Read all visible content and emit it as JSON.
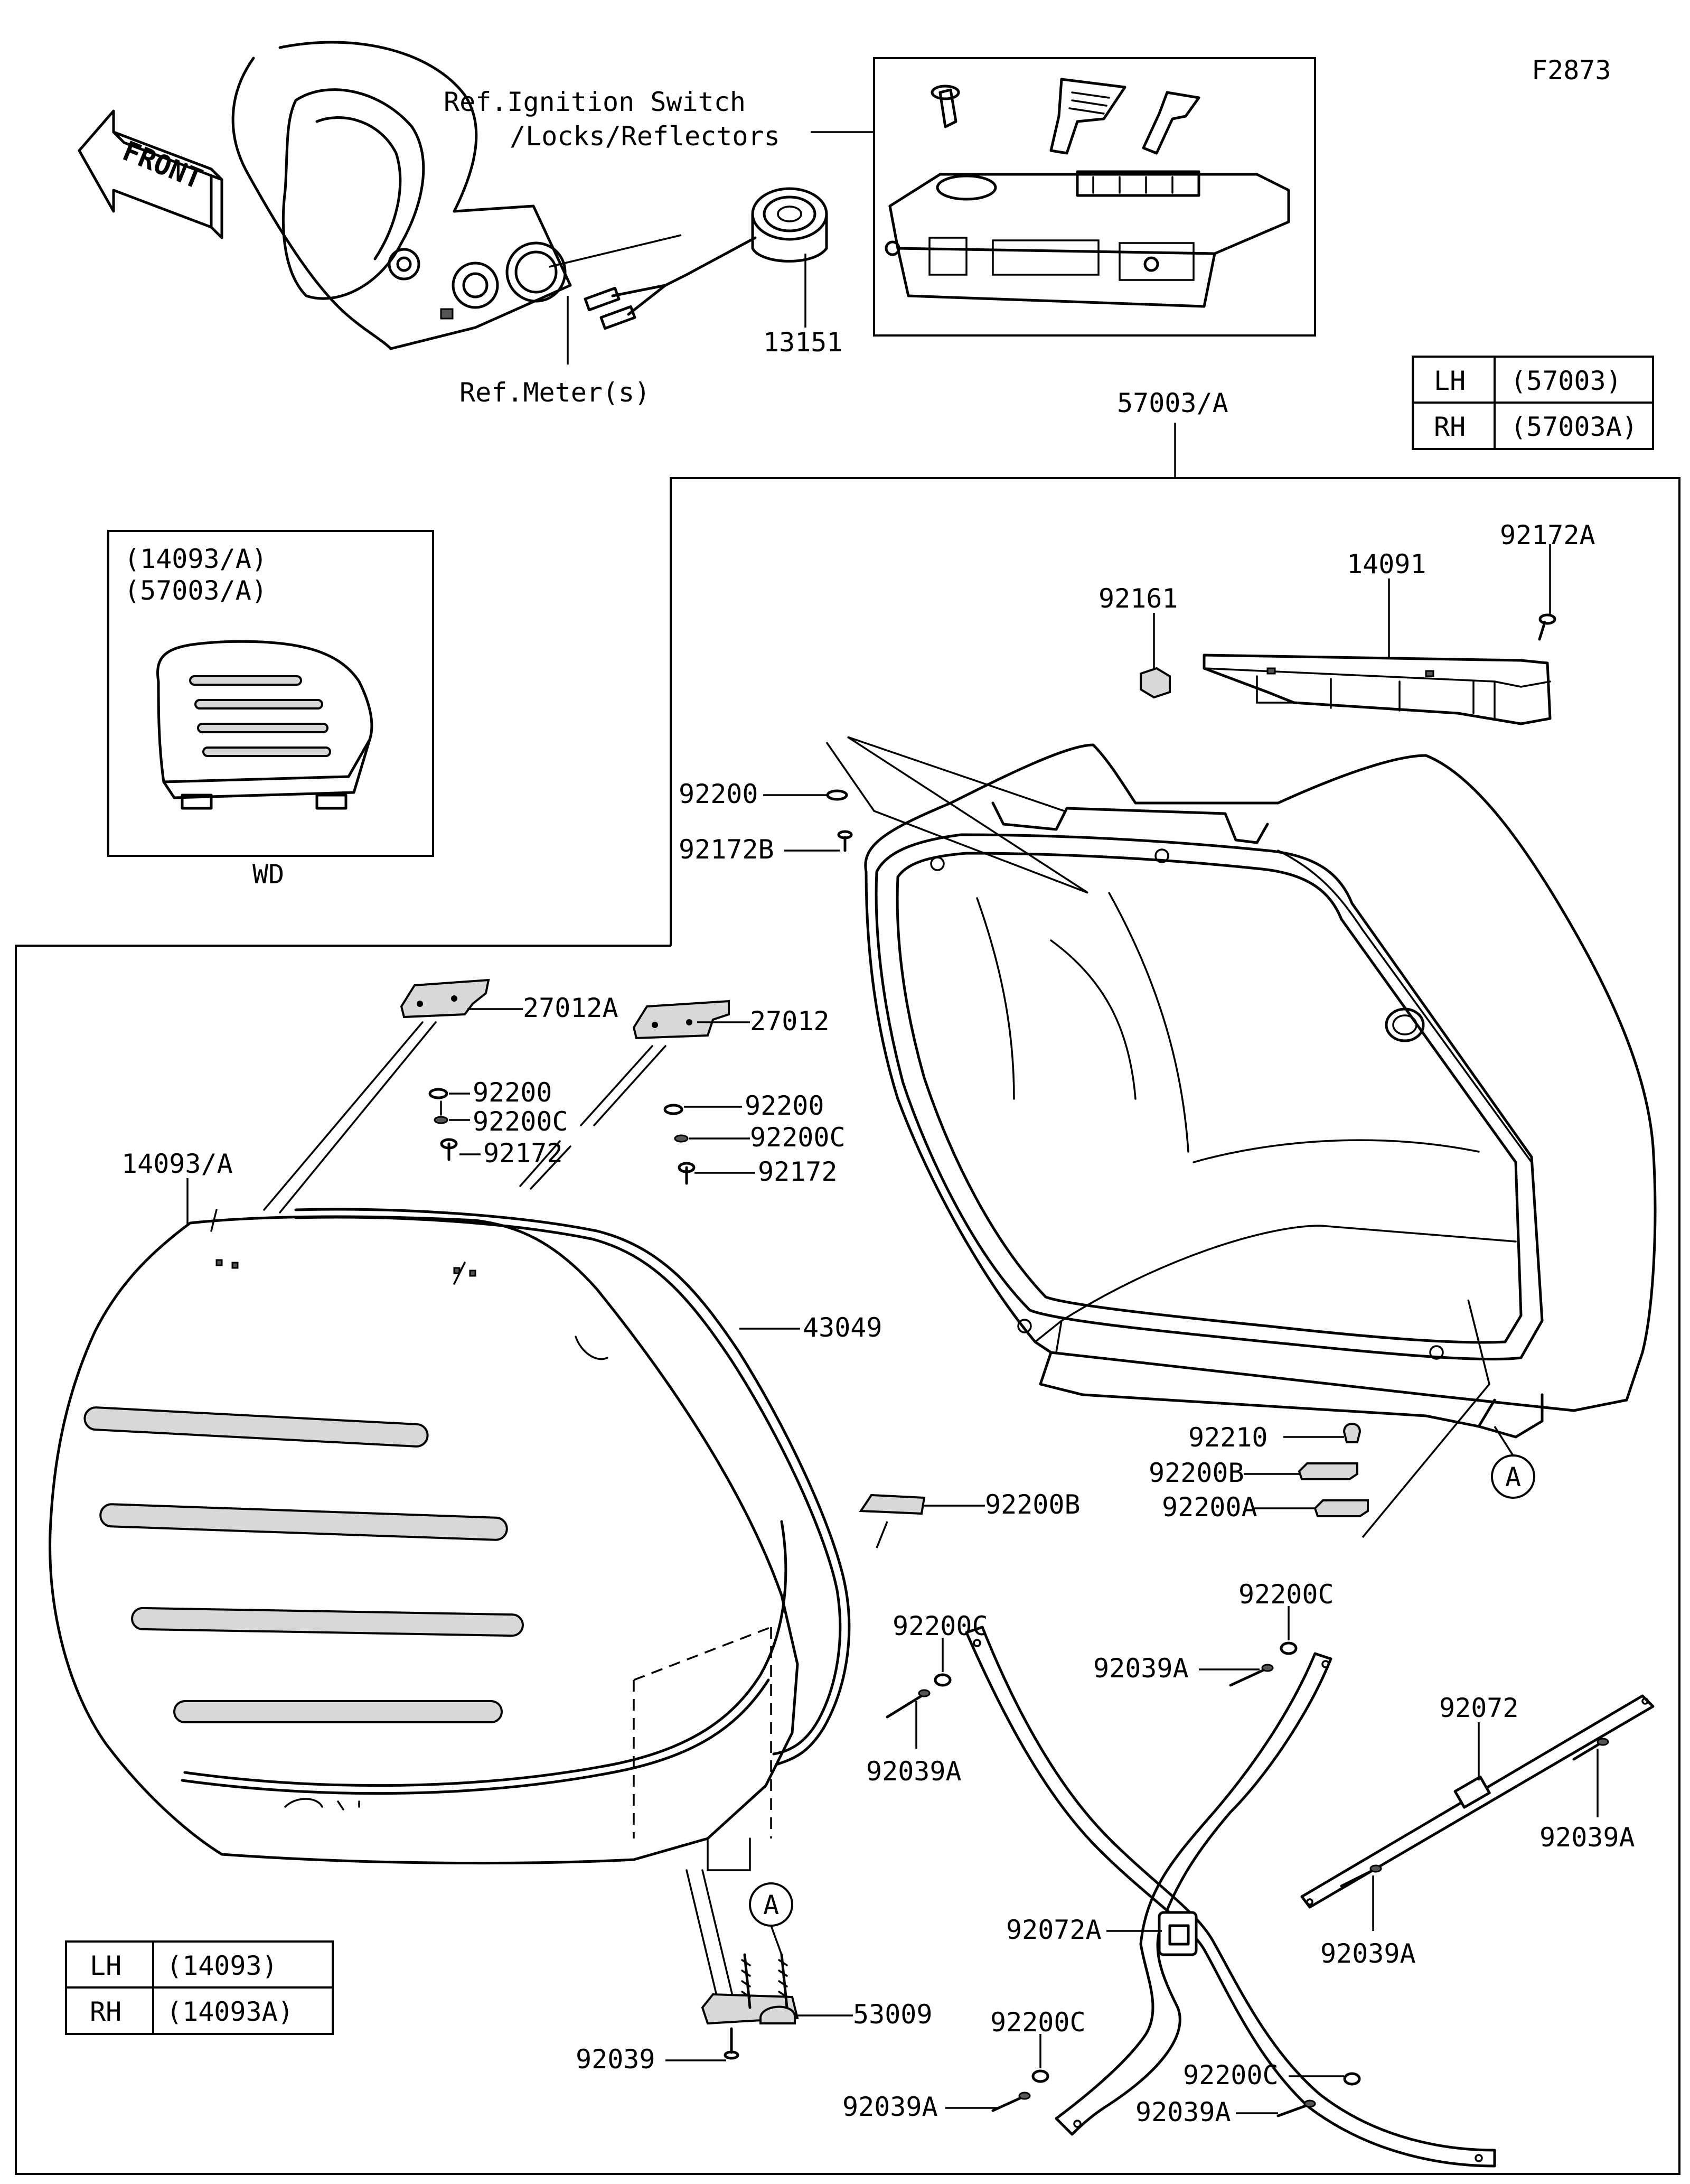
{
  "figure_code": "F2873",
  "front_arrow_label": "FRONT",
  "refs": {
    "ignition_line1": "Ref.Ignition Switch",
    "ignition_line2": "/Locks/Reflectors",
    "meter": "Ref.Meter(s)"
  },
  "top_right_table": [
    {
      "side": "LH",
      "part": "(57003)"
    },
    {
      "side": "RH",
      "part": "(57003A)"
    }
  ],
  "bottom_left_table": [
    {
      "side": "LH",
      "part": "(14093)"
    },
    {
      "side": "RH",
      "part": "(14093A)"
    }
  ],
  "wd_inset": {
    "line1": "(14093/A)",
    "line2": "(57003/A)",
    "caption": "WD"
  },
  "callout_marker": "A",
  "labels": {
    "p13151": "13151",
    "p57003A": "57003/A",
    "p14091": "14091",
    "p92172A": "92172A",
    "p92161": "92161",
    "p92200_top": "92200",
    "p92172B": "92172B",
    "p27012A": "27012A",
    "p27012": "27012",
    "p92200_l": "92200",
    "p92200C_l": "92200C",
    "p92172_l": "92172",
    "p92200_r": "92200",
    "p92200C_r": "92200C",
    "p92172_r": "92172",
    "p14093A": "14093/A",
    "p43049": "43049",
    "p92200B_mid": "92200B",
    "p92210": "92210",
    "p92200B": "92200B",
    "p92200A": "92200A",
    "p92200C_mid": "92200C",
    "p92039A_mid": "92039A",
    "p92200C_right": "92200C",
    "p92039A_right": "92039A",
    "p92072": "92072",
    "p92039A_far": "92039A",
    "p92072A": "92072A",
    "p92039A_strap": "92039A",
    "p53009": "53009",
    "p92039": "92039",
    "p92200C_bl": "92200C",
    "p92039A_bl": "92039A",
    "p92200C_br": "92200C",
    "p92039A_br": "92039A"
  }
}
